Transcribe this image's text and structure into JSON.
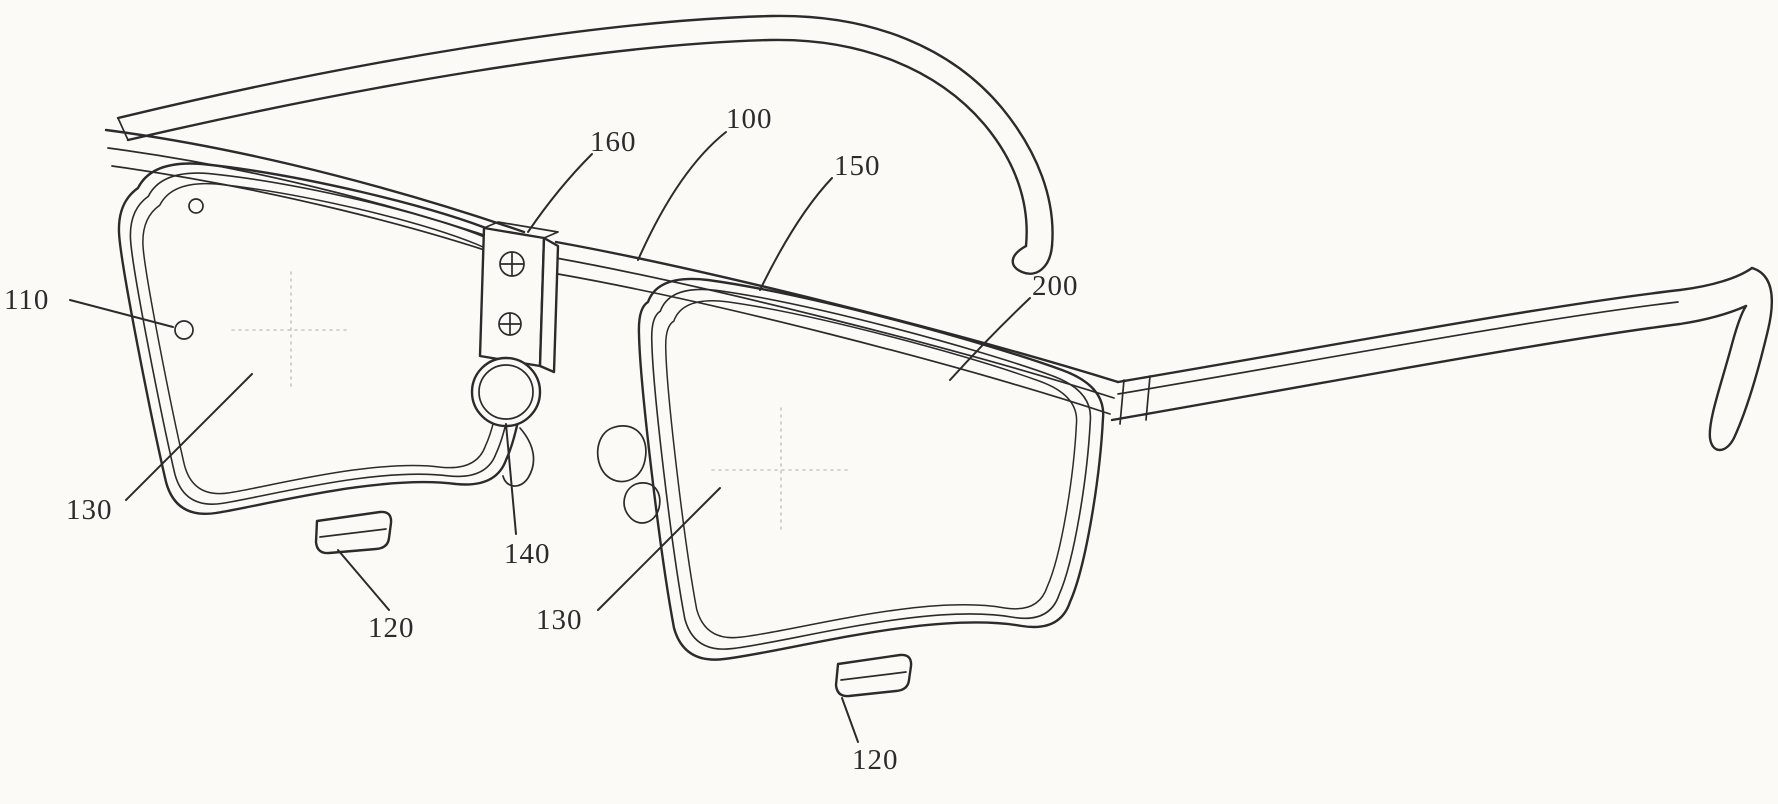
{
  "figure": {
    "kind": "patent-line-drawing",
    "subject": "perspective view of an eyeglasses-type wearable device with clip-on inner lens frames, bridge-mounted module and temples",
    "colors": {
      "paper": "#fbfaf6",
      "ink": "#2b2b2b",
      "faint": "#c9c6bd"
    },
    "labels": [
      {
        "text": "100"
      },
      {
        "text": "110"
      },
      {
        "text": "120"
      },
      {
        "text": "120"
      },
      {
        "text": "130"
      },
      {
        "text": "130"
      },
      {
        "text": "140"
      },
      {
        "text": "150"
      },
      {
        "text": "160"
      },
      {
        "text": "200"
      }
    ]
  }
}
